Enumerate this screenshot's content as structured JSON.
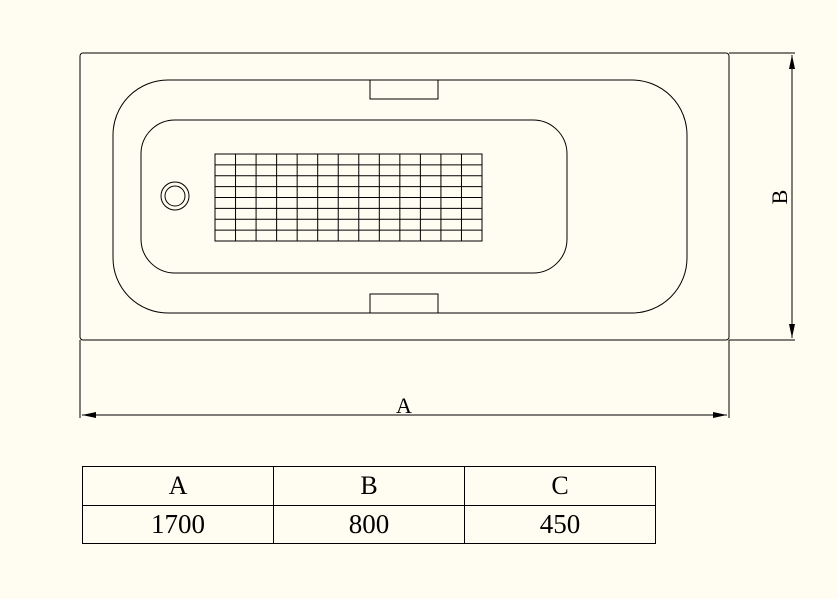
{
  "drawing": {
    "dimension_labels": {
      "length": "A",
      "width": "B"
    },
    "line_color": "#000000",
    "background_color": "#fffdf2",
    "grille": {
      "columns": 13,
      "rows": 8
    }
  },
  "spec_table": {
    "headers": [
      "A",
      "B",
      "C"
    ],
    "values": [
      "1700",
      "800",
      "450"
    ]
  }
}
